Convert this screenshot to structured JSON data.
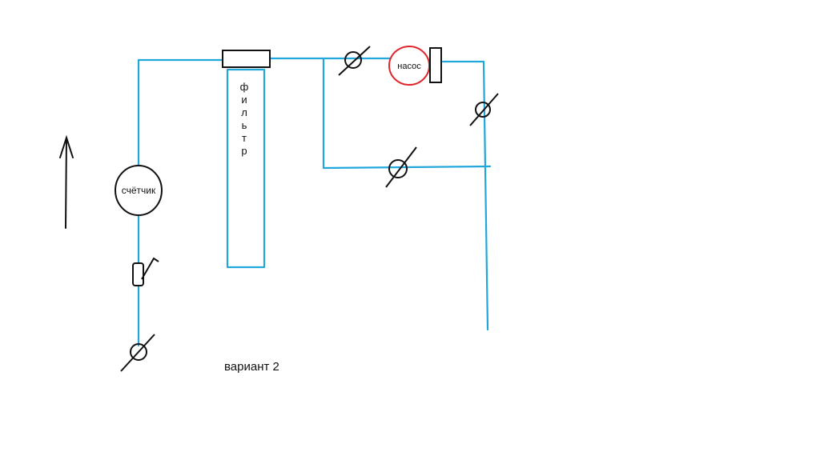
{
  "diagram": {
    "meter_label": "счётчик",
    "pump_label": "насос",
    "filter_letters": [
      "ф",
      "и",
      "л",
      "ь",
      "т",
      "р"
    ],
    "caption": "вариант 2"
  },
  "colors": {
    "pipe": "#22a7dc",
    "pump_outline": "#e0262b",
    "stroke": "#111111",
    "background": "#ffffff"
  }
}
